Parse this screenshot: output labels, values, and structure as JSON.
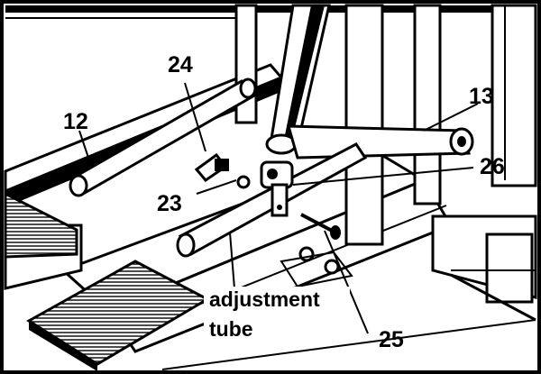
{
  "callouts": {
    "c12": "12",
    "c13": "13",
    "c23": "23",
    "c24": "24",
    "c25": "25",
    "c26": "26"
  },
  "caption": {
    "line1": "adjustment",
    "line2": "tube"
  },
  "colors": {
    "ink": "#000000",
    "paper": "#ffffff"
  }
}
